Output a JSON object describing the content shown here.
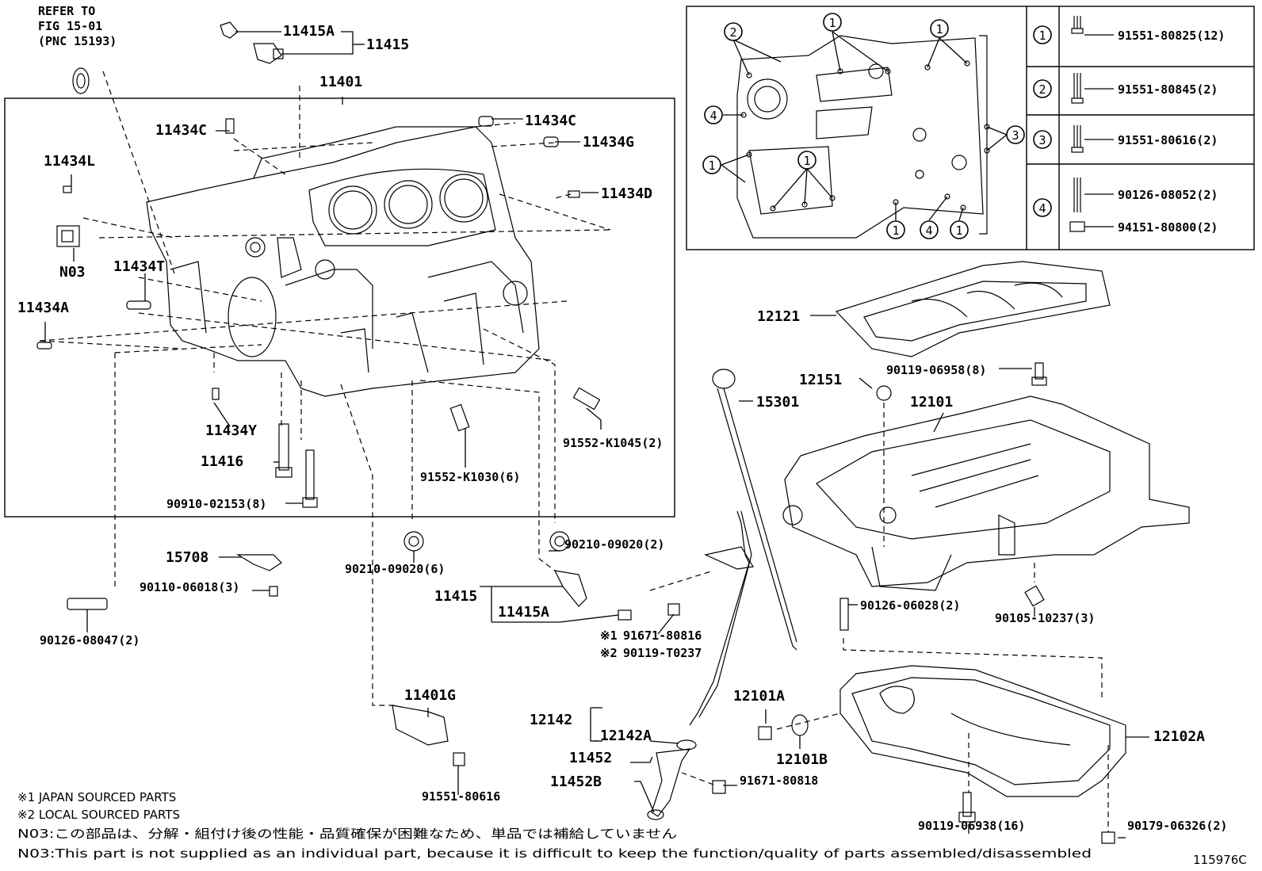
{
  "labels": {
    "refer_line1": "REFER TO",
    "refer_line2": "FIG 15-01",
    "refer_line3": "(PNC 15193)",
    "p11415A_top": "11415A",
    "p11415_top": "11415",
    "p11401": "11401",
    "p11434C_left": "11434C",
    "p11434C_right": "11434C",
    "p11434G": "11434G",
    "p11434L": "11434L",
    "p11434D": "11434D",
    "pN03": "N03",
    "p11434T": "11434T",
    "p11434A": "11434A",
    "p11434Y": "11434Y",
    "p11416": "11416",
    "p90910_02153": "90910-02153(8)",
    "p91552_K1030": "91552-K1030(6)",
    "p91552_K1045": "91552-K1045(2)",
    "p15708": "15708",
    "p90110_06018": "90110-06018(3)",
    "p90126_08047": "90126-08047(2)",
    "p90210_09020_6": "90210-09020(6)",
    "p90210_09020_2": "90210-09020(2)",
    "p11415_bot": "11415",
    "p11415A_bot": "11415A",
    "p91671_80816": "91671-80816",
    "p90119_T0237": "90119-T0237",
    "mark1": "※1",
    "mark2": "※2",
    "p11401G": "11401G",
    "p91551_80616": "91551-80616",
    "p12142": "12142",
    "p12142A": "12142A",
    "p11452": "11452",
    "p11452B": "11452B",
    "p91671_80818": "91671-80818",
    "p12101A": "12101A",
    "p12101B": "12101B",
    "p12121": "12121",
    "p90119_06958": "90119-06958(8)",
    "p12151": "12151",
    "p15301": "15301",
    "p12101": "12101",
    "p90126_06028": "90126-06028(2)",
    "p90105_10237": "90105-10237(3)",
    "p12102A": "12102A",
    "p90119_06938": "90119-06938(16)",
    "p90179_06326": "90179-06326(2)"
  },
  "bolt_table": [
    {
      "circle": "1",
      "parts": [
        "91551-80825(12)"
      ]
    },
    {
      "circle": "2",
      "parts": [
        "91551-80845(2)"
      ]
    },
    {
      "circle": "3",
      "parts": [
        "91551-80616(2)"
      ]
    },
    {
      "circle": "4",
      "parts": [
        "90126-08052(2)",
        "94151-80800(2)"
      ]
    }
  ],
  "inset_circles": [
    "2",
    "1",
    "1",
    "4",
    "3",
    "1",
    "1",
    "1",
    "4",
    "1"
  ],
  "notes": {
    "note1": "※1 JAPAN SOURCED PARTS",
    "note2": "※2 LOCAL SOURCED PARTS",
    "n03_jp": "N03:この部品は、分解・組付け後の性能・品質確保が困難なため、単品では補給していません",
    "n03_en": "N03:This part is not supplied as an individual part, because it is difficult to keep the function/quality of parts assembled/disassembled"
  },
  "figure_id": "115976C"
}
